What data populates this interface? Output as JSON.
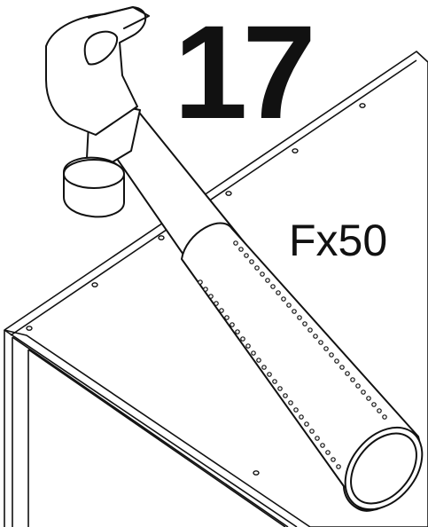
{
  "step": {
    "number": "17",
    "quantity": "Fx50"
  },
  "illustration": {
    "tool": "mallet-icon",
    "object": "cabinet-panel",
    "line_color": "#111111",
    "background_color": "#ffffff"
  }
}
